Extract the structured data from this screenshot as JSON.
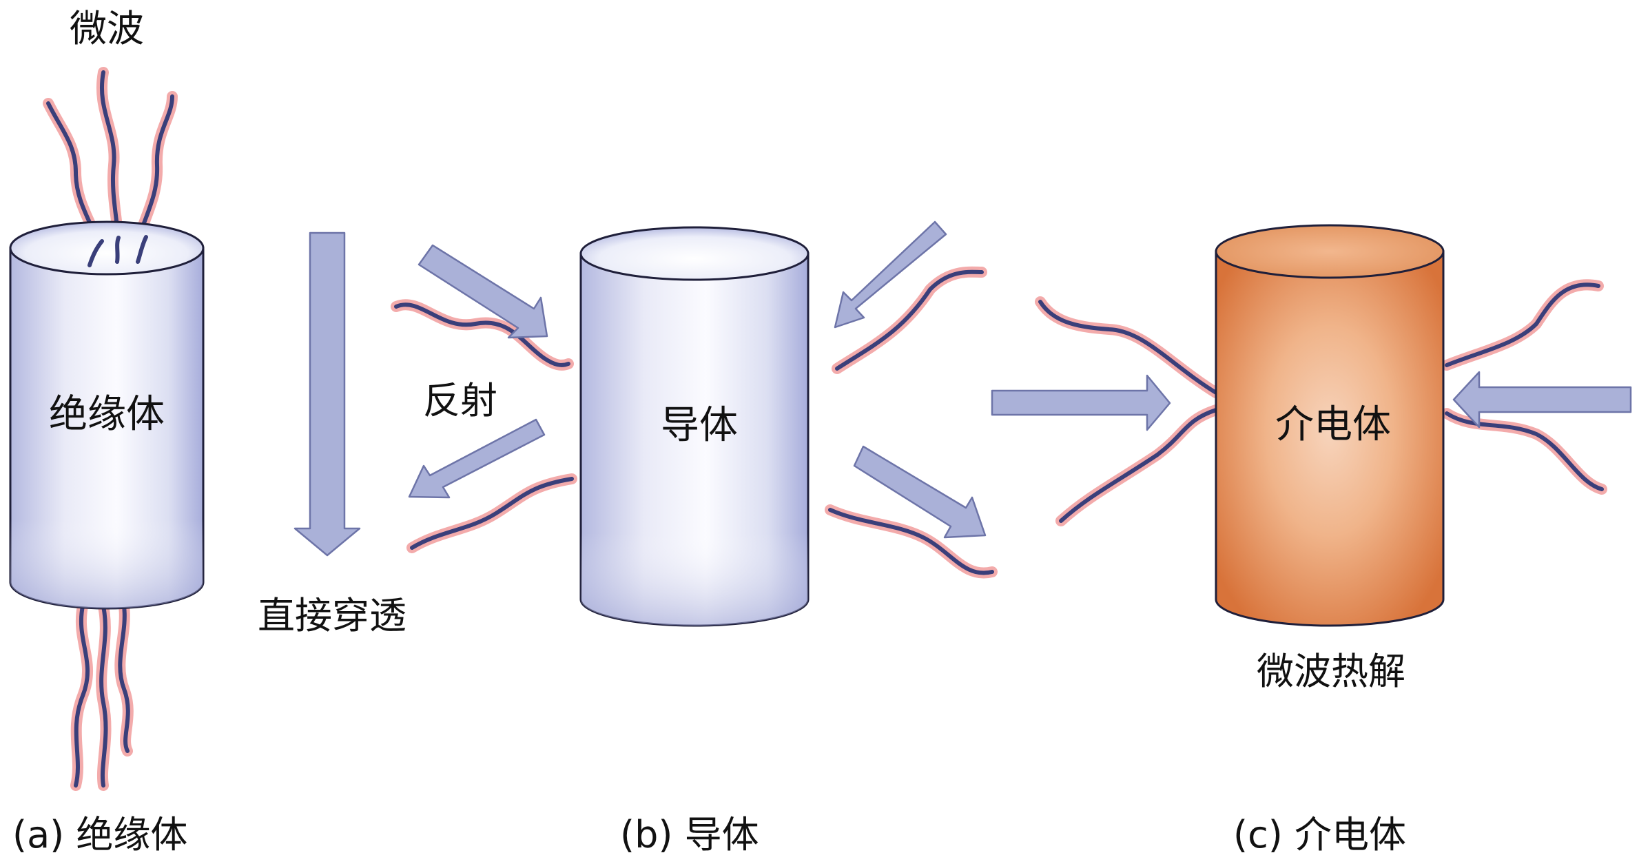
{
  "labels": {
    "microwave": "微波",
    "insulator_inner": "绝缘体",
    "transmit": "直接穿透",
    "reflect": "反射",
    "conductor_inner": "导体",
    "dielectric_inner": "介电体",
    "pyrolysis": "微波热解",
    "caption_a": "(a) 绝缘体",
    "caption_b": "(b) 导体",
    "caption_c": "(c) 介电体"
  },
  "colors": {
    "cylinder_light": "#f5f5fb",
    "cylinder_shade": "#aab0dc",
    "cylinder_outline": "#1f1f3a",
    "dielectric_core": "#f3c4a4",
    "dielectric_edge": "#d9733a",
    "arrow_fill": "#aab1d8",
    "arrow_stroke": "#6d74a8",
    "wave_glow": "#f2a6a6",
    "wave_line": "#3a3f7a"
  }
}
